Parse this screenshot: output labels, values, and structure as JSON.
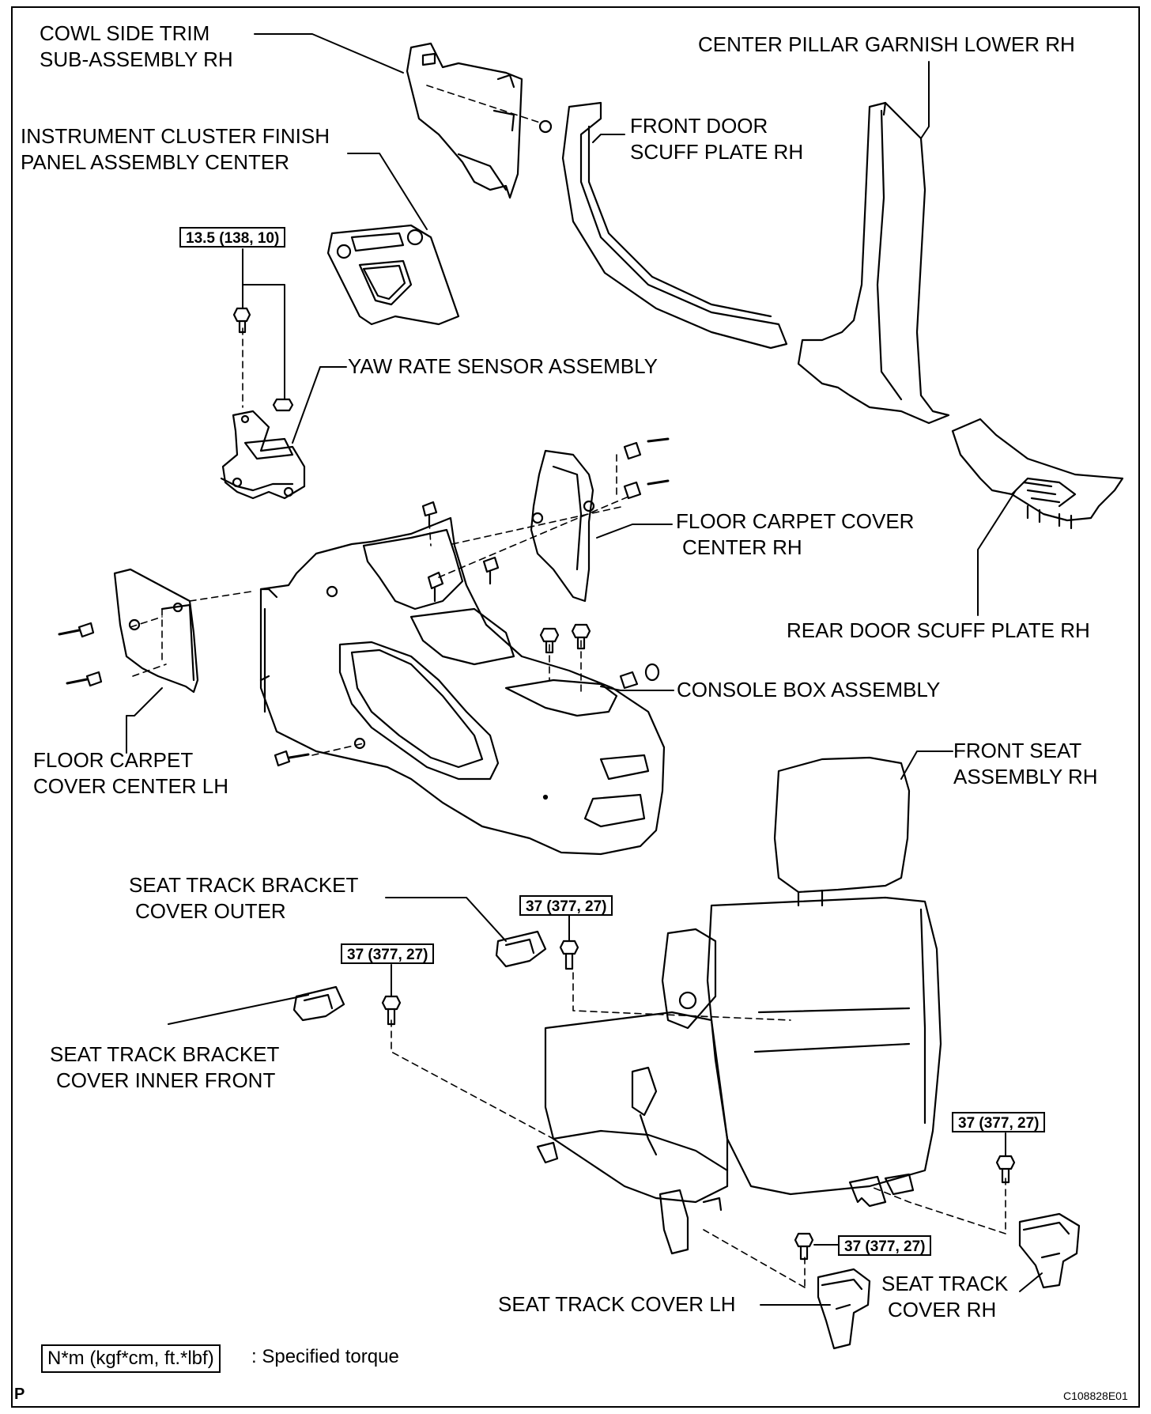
{
  "labels": {
    "cowl_side_trim": [
      "COWL SIDE TRIM",
      "SUB-ASSEMBLY RH"
    ],
    "center_pillar": [
      "CENTER PILLAR GARNISH LOWER RH"
    ],
    "front_door_scuff": [
      "FRONT DOOR",
      "SCUFF PLATE RH"
    ],
    "instrument_cluster": [
      "INSTRUMENT CLUSTER FINISH",
      "PANEL ASSEMBLY CENTER"
    ],
    "yaw_rate_sensor": [
      "YAW RATE SENSOR ASSEMBLY"
    ],
    "floor_carpet_rh": [
      "FLOOR CARPET COVER",
      "CENTER RH"
    ],
    "rear_door_scuff": [
      "REAR DOOR SCUFF PLATE RH"
    ],
    "console_box": [
      "CONSOLE BOX ASSEMBLY"
    ],
    "floor_carpet_lh": [
      "FLOOR CARPET",
      "COVER CENTER LH"
    ],
    "front_seat": [
      "FRONT SEAT",
      "ASSEMBLY RH"
    ],
    "seat_track_bracket_outer": [
      "SEAT TRACK BRACKET",
      "COVER OUTER"
    ],
    "seat_track_bracket_inner": [
      "SEAT TRACK BRACKET",
      "COVER INNER FRONT"
    ],
    "seat_track_cover_lh": [
      "SEAT TRACK COVER LH"
    ],
    "seat_track_cover_rh": [
      "SEAT TRACK",
      "COVER RH"
    ]
  },
  "torques": {
    "yaw": "13.5 (138, 10)",
    "bracket_outer": "37 (377, 27)",
    "bracket_inner": "37 (377, 27)",
    "seat_rear": "37 (377, 27)",
    "seat_front": "37 (377, 27)"
  },
  "legend": {
    "box": "N*m (kgf*cm, ft.*lbf)",
    "text": ": Specified torque"
  },
  "corner": {
    "left": "P",
    "right": "C108828E01"
  }
}
